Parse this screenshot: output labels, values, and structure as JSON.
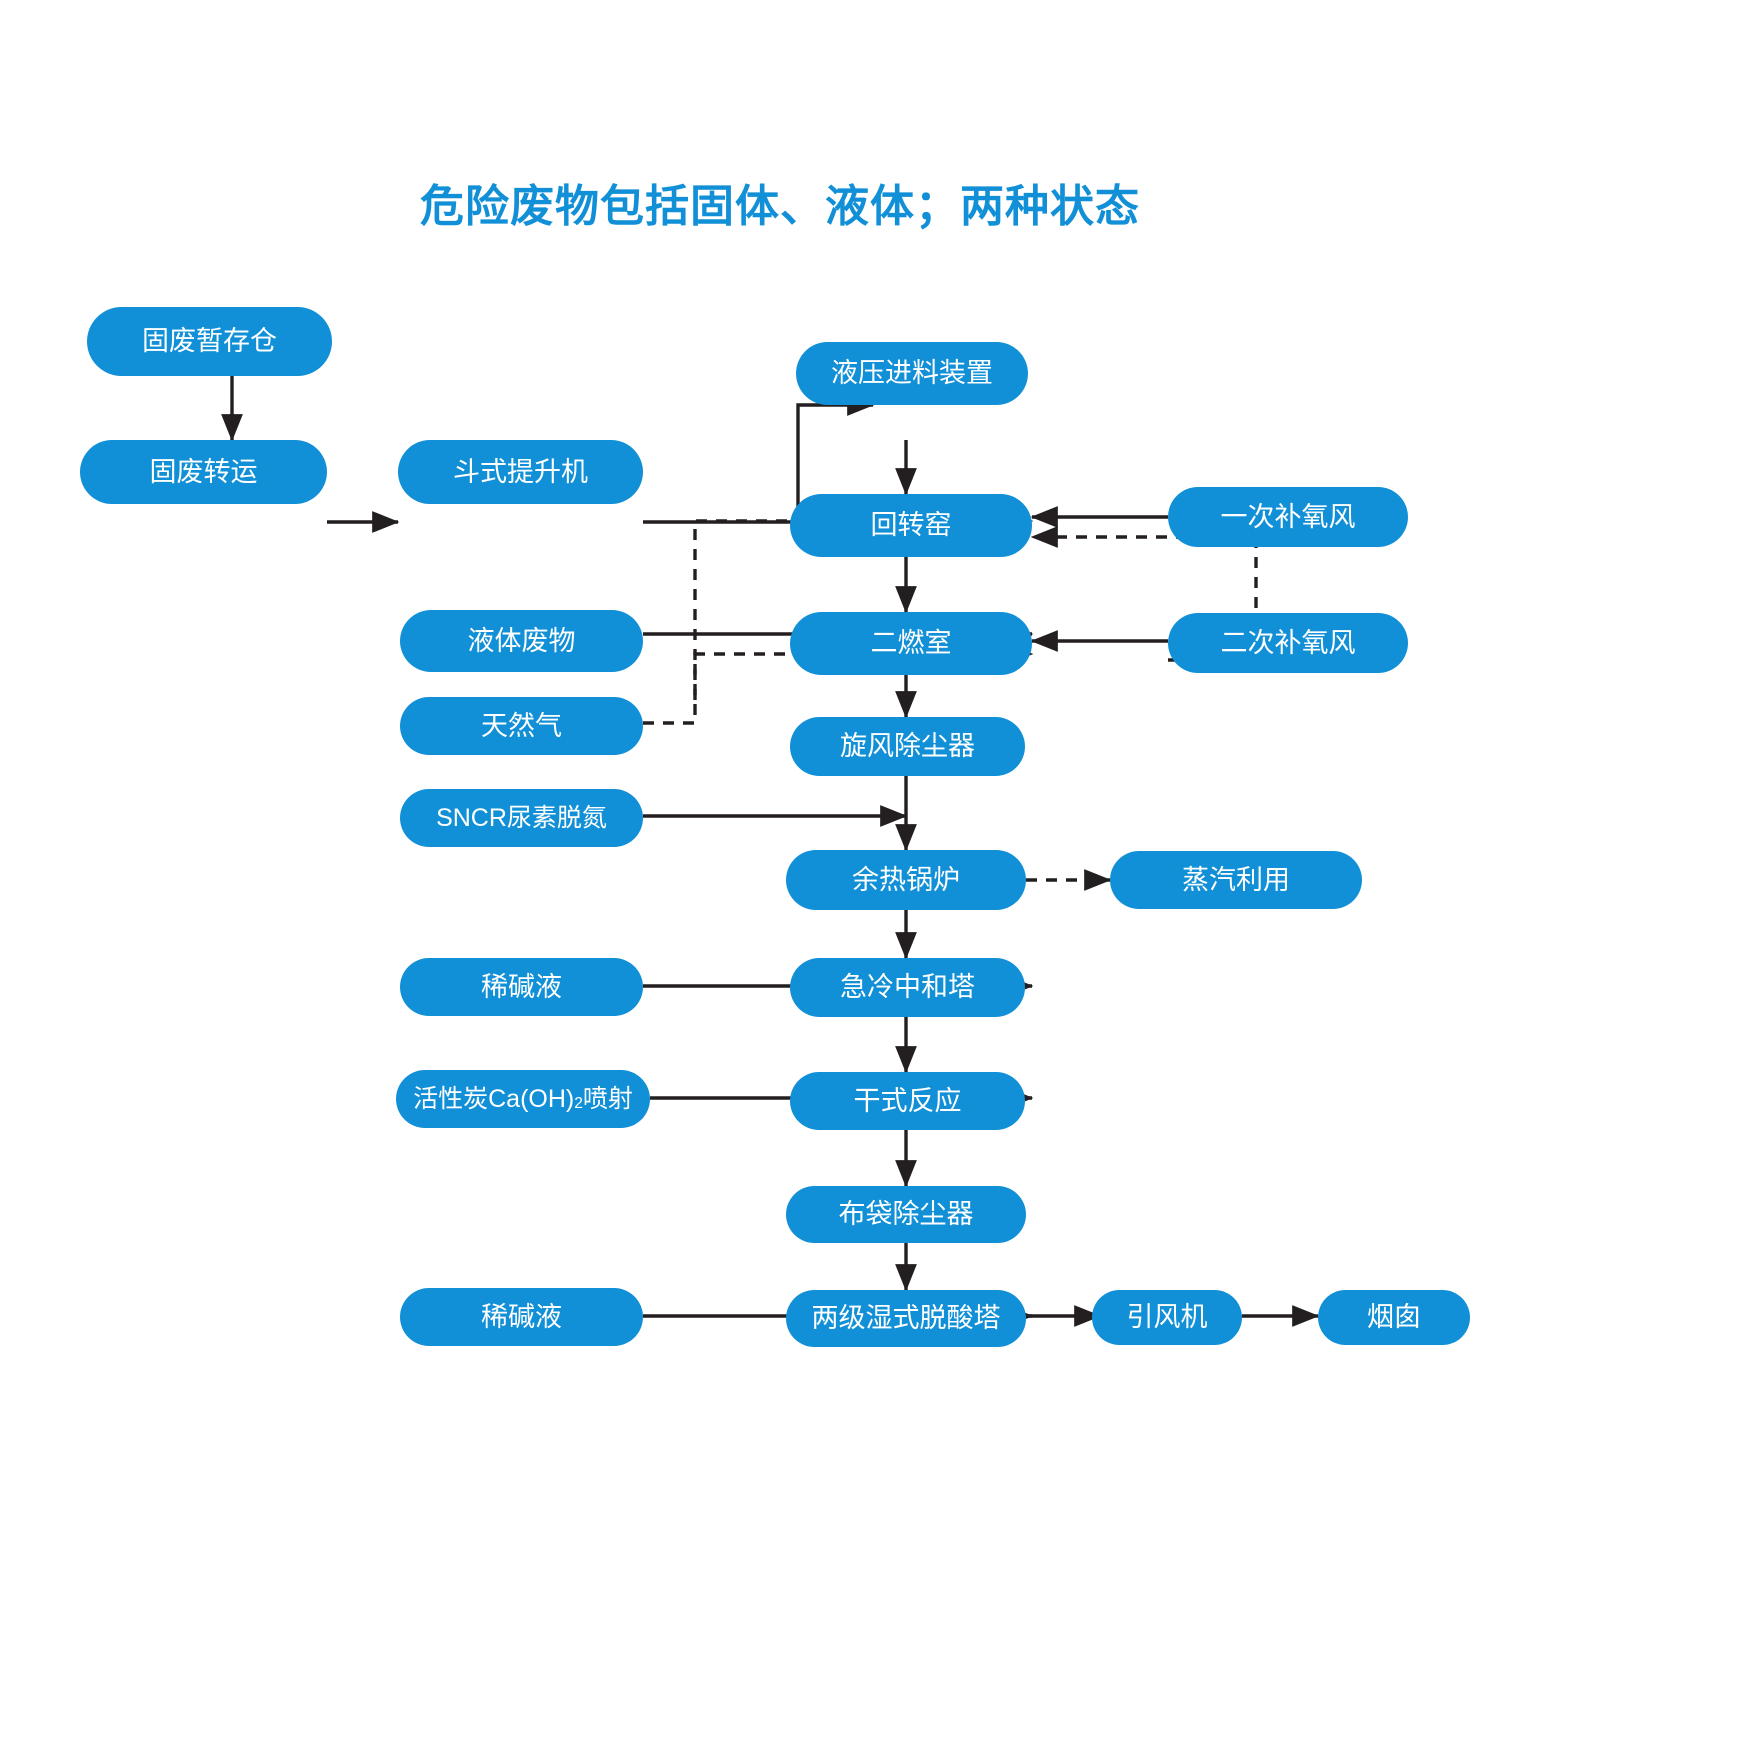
{
  "title": "危险废物包括固体、液体；两种状态",
  "colors": {
    "node_fill": "#1290D7",
    "node_text": "#FFFFFF",
    "title": "#1290D7",
    "edge": "#231F20",
    "background": "#FFFFFF"
  },
  "nodes": {
    "solid_storage": "固废暂存仓",
    "solid_transfer": "固废转运",
    "bucket_elevator": "斗式提升机",
    "hydraulic_feeder": "液压进料装置",
    "rotary_kiln": "回转窑",
    "primary_oxygen_air": "一次补氧风",
    "liquid_waste": "液体废物",
    "second_combustion": "二燃室",
    "secondary_oxygen_air": "二次补氧风",
    "natural_gas": "天然气",
    "cyclone_dust": "旋风除尘器",
    "sncr_urea": "SNCR尿素脱氮",
    "waste_heat_boiler": "余热锅炉",
    "steam_use": "蒸汽利用",
    "quench_neutralize": "急冷中和塔",
    "activated_carbon_prefix": "活性炭Ca(OH)",
    "activated_carbon_sub": "2",
    "activated_carbon_suffix": "喷射",
    "dry_reaction": "干式反应",
    "bag_filter": "布袋除尘器",
    "dilute_alkali_1": "稀碱液",
    "dilute_alkali_2": "稀碱液",
    "two_stage_wet": "两级湿式脱酸塔",
    "induced_draft_fan": "引风机",
    "chimney": "烟囱"
  },
  "edges": [
    {
      "from": "solid_storage",
      "to": "solid_transfer",
      "style": "solid"
    },
    {
      "from": "solid_transfer",
      "to": "bucket_elevator",
      "style": "solid"
    },
    {
      "from": "bucket_elevator",
      "to": "hydraulic_feeder",
      "style": "solid"
    },
    {
      "from": "hydraulic_feeder",
      "to": "rotary_kiln",
      "style": "solid"
    },
    {
      "from": "primary_oxygen_air",
      "to": "rotary_kiln",
      "style": "solid"
    },
    {
      "from": "secondary_oxygen_air",
      "to": "rotary_kiln",
      "style": "dashed"
    },
    {
      "from": "secondary_oxygen_air",
      "to": "second_combustion",
      "style": "solid"
    },
    {
      "from": "rotary_kiln",
      "to": "second_combustion",
      "style": "solid"
    },
    {
      "from": "liquid_waste",
      "to": "second_combustion",
      "style": "solid"
    },
    {
      "from": "natural_gas",
      "to": "second_combustion",
      "style": "dashed"
    },
    {
      "from": "natural_gas",
      "to": "rotary_kiln",
      "style": "dashed"
    },
    {
      "from": "second_combustion",
      "to": "cyclone_dust",
      "style": "solid"
    },
    {
      "from": "cyclone_dust",
      "to": "waste_heat_boiler",
      "style": "solid"
    },
    {
      "from": "sncr_urea",
      "to": "waste_heat_boiler",
      "style": "solid"
    },
    {
      "from": "waste_heat_boiler",
      "to": "steam_use",
      "style": "dashed"
    },
    {
      "from": "waste_heat_boiler",
      "to": "quench_neutralize",
      "style": "solid"
    },
    {
      "from": "dilute_alkali_1",
      "to": "quench_neutralize",
      "style": "solid"
    },
    {
      "from": "quench_neutralize",
      "to": "dry_reaction",
      "style": "solid"
    },
    {
      "from": "activated_carbon",
      "to": "dry_reaction",
      "style": "solid"
    },
    {
      "from": "dry_reaction",
      "to": "bag_filter",
      "style": "solid"
    },
    {
      "from": "bag_filter",
      "to": "two_stage_wet",
      "style": "solid"
    },
    {
      "from": "dilute_alkali_2",
      "to": "two_stage_wet",
      "style": "solid"
    },
    {
      "from": "two_stage_wet",
      "to": "induced_draft_fan",
      "style": "solid"
    },
    {
      "from": "induced_draft_fan",
      "to": "chimney",
      "style": "solid"
    }
  ]
}
